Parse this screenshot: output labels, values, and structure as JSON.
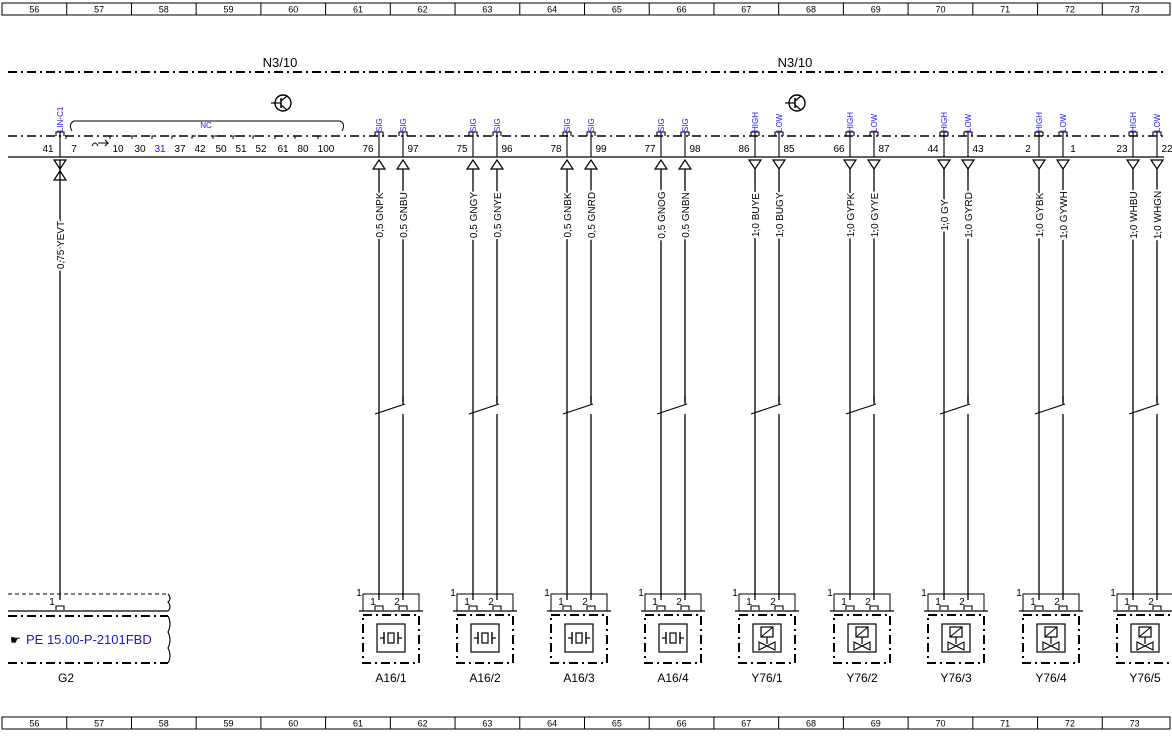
{
  "ruler": [
    "56",
    "57",
    "58",
    "59",
    "60",
    "61",
    "62",
    "63",
    "64",
    "65",
    "66",
    "67",
    "68",
    "69",
    "70",
    "71",
    "72",
    "73"
  ],
  "titles": {
    "left": "N3/10",
    "right": "N3/10"
  },
  "nc_label": "NC",
  "lin_label": "LIN-C1",
  "left_pins": [
    {
      "text": "41",
      "blue": false
    },
    {
      "text": "7",
      "blue": false
    },
    {
      "text": "10",
      "blue": false
    },
    {
      "text": "30",
      "blue": false
    },
    {
      "text": "31",
      "blue": true
    },
    {
      "text": "37",
      "blue": false
    },
    {
      "text": "42",
      "blue": false
    },
    {
      "text": "50",
      "blue": false
    },
    {
      "text": "51",
      "blue": false
    },
    {
      "text": "52",
      "blue": false
    },
    {
      "text": "61",
      "blue": false
    },
    {
      "text": "80",
      "blue": false
    },
    {
      "text": "100",
      "blue": false
    }
  ],
  "g2": {
    "wire": "0,75 YEVT",
    "pin": "1",
    "ref": "PE 15.00-P-2101FBD",
    "label": "G2"
  },
  "components": [
    {
      "label": "A16/1",
      "type": "sensor",
      "wires": [
        {
          "pin": "76",
          "sig": "SIG",
          "wire": "0,5 GNPK"
        },
        {
          "pin": "97",
          "sig": "SIG",
          "wire": "0,5 GNBU"
        }
      ]
    },
    {
      "label": "A16/2",
      "type": "sensor",
      "wires": [
        {
          "pin": "75",
          "sig": "SIG",
          "wire": "0,5 GNGY"
        },
        {
          "pin": "96",
          "sig": "SIG",
          "wire": "0,5 GNYE"
        }
      ]
    },
    {
      "label": "A16/3",
      "type": "sensor",
      "wires": [
        {
          "pin": "78",
          "sig": "SIG",
          "wire": "0,5 GNBK"
        },
        {
          "pin": "99",
          "sig": "SIG",
          "wire": "0,5 GNRD"
        }
      ]
    },
    {
      "label": "A16/4",
      "type": "sensor",
      "wires": [
        {
          "pin": "77",
          "sig": "SIG",
          "wire": "0,5 GNOG"
        },
        {
          "pin": "98",
          "sig": "SIG",
          "wire": "0,5 GNBN"
        }
      ]
    },
    {
      "label": "Y76/1",
      "type": "valve",
      "wires": [
        {
          "pin": "86",
          "sig": "HIGH",
          "wire": "1,0 BUYE"
        },
        {
          "pin": "85",
          "sig": "LOW",
          "wire": "1,0 BUGY"
        }
      ]
    },
    {
      "label": "Y76/2",
      "type": "valve",
      "wires": [
        {
          "pin": "66",
          "sig": "HIGH",
          "wire": "1,0 GYPK"
        },
        {
          "pin": "87",
          "sig": "LOW",
          "wire": "1,0 GYYE"
        }
      ]
    },
    {
      "label": "Y76/3",
      "type": "valve",
      "wires": [
        {
          "pin": "44",
          "sig": "HIGH",
          "wire": "1,0 GY"
        },
        {
          "pin": "43",
          "sig": "LOW",
          "wire": "1,0 GYRD"
        }
      ]
    },
    {
      "label": "Y76/4",
      "type": "valve",
      "wires": [
        {
          "pin": "2",
          "sig": "HIGH",
          "wire": "1,0 GYBK"
        },
        {
          "pin": "1",
          "sig": "LOW",
          "wire": "1,0 GYWH"
        }
      ]
    },
    {
      "label": "Y76/5",
      "type": "valve",
      "wires": [
        {
          "pin": "23",
          "sig": "HIGH",
          "wire": "1,0 WHBU"
        },
        {
          "pin": "22",
          "sig": "LOW",
          "wire": "1,0 WHGN"
        }
      ]
    }
  ],
  "conn_pin_1": "1",
  "conn_pin_2": "2"
}
